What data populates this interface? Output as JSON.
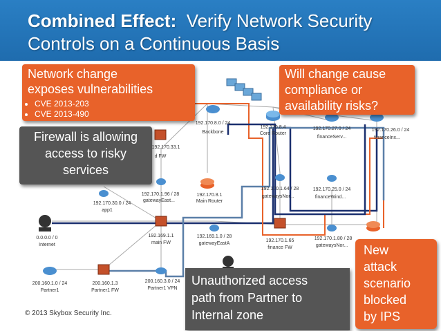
{
  "title": {
    "bold_part": "Combined Effect:",
    "rest": "Verify Network Security",
    "line2": "Controls on a Continuous Basis"
  },
  "callouts": {
    "network_change": {
      "heading_line1": "Network change",
      "heading_line2": "exposes vulnerabilities",
      "bullets": [
        "CVE 2013-203",
        "CVE 2013-490"
      ]
    },
    "compliance": {
      "line1": "Will change cause",
      "line2": "compliance or",
      "line3": "availability risks?"
    },
    "firewall": {
      "line1": "Firewall is allowing",
      "line2": "access to risky",
      "line3": "services"
    },
    "unauthorized": {
      "line1": "Unauthorized access",
      "line2": "path from Partner to",
      "line3": "Internal zone"
    },
    "new_attack": {
      "line1": "New",
      "line2": "attack",
      "line3": "scenario",
      "line4": "blocked",
      "line5": "by IPS"
    }
  },
  "nodes": {
    "backbone_subnet": "192.170.8.0 / 24",
    "backbone_name": "Backbone",
    "core_router_ip": "192.170.8.4",
    "core_router_name": "Core Router",
    "finance_serv_subnet": "192.170.27.0 / 24",
    "finance_serv_name": "financeServ...",
    "finance_inx_subnet": "192.170.26.0 / 24",
    "finance_inx_name": "financeInx...",
    "fw_top_ip": "192.170.33.1",
    "fw_top_name": "d FW",
    "gateway_east_subnet": "192.170.1.96 / 28",
    "gateway_east_name": "gatewayEast...",
    "app1_subnet": "192.170.30.0 / 24",
    "app1_name": "app1",
    "main_router_ip": "192.170.8.1",
    "main_router_name": "Main Router",
    "gateways_nor_subnet": "192.170.1.64 / 28",
    "gateways_nor_name": "gatewaysNor...",
    "finance_wind_subnet": "192.170.25.0 / 24",
    "finance_wind_name": "financeWind...",
    "internet_subnet": "0.0.0.0 / 0",
    "internet_name": "Internet",
    "main_fw_ip": "192.169.1.1",
    "main_fw_name": "main FW",
    "gateway_eastA_subnet": "192.169.1.0 / 28",
    "gateway_eastA_name": "gatewayEastA",
    "finance_fw_ip": "192.170.1.65",
    "finance_fw_name": "finance FW",
    "gateways_nor2_subnet": "192.170.1.80 / 28",
    "gateways_nor2_name": "gatewaysNor...",
    "partner1_subnet": "200.160.1.0 / 24",
    "partner1_name": "Partner1",
    "partner1_fw_ip": "200.160.1.3",
    "partner1_fw_name": "Partner1 FW",
    "partner1_vpn_subnet": "200.160.3.0 / 24",
    "partner1_vpn_name": "Partner1 VPN"
  },
  "colors": {
    "header": "#1f6cae",
    "callout_orange": "#e8622a",
    "callout_dark": "#555555",
    "path_blue": "#1a2f6e",
    "path_orange": "#e8622a",
    "path_light": "#5b7fa8"
  },
  "copyright": "© 2013 Skybox Security Inc."
}
